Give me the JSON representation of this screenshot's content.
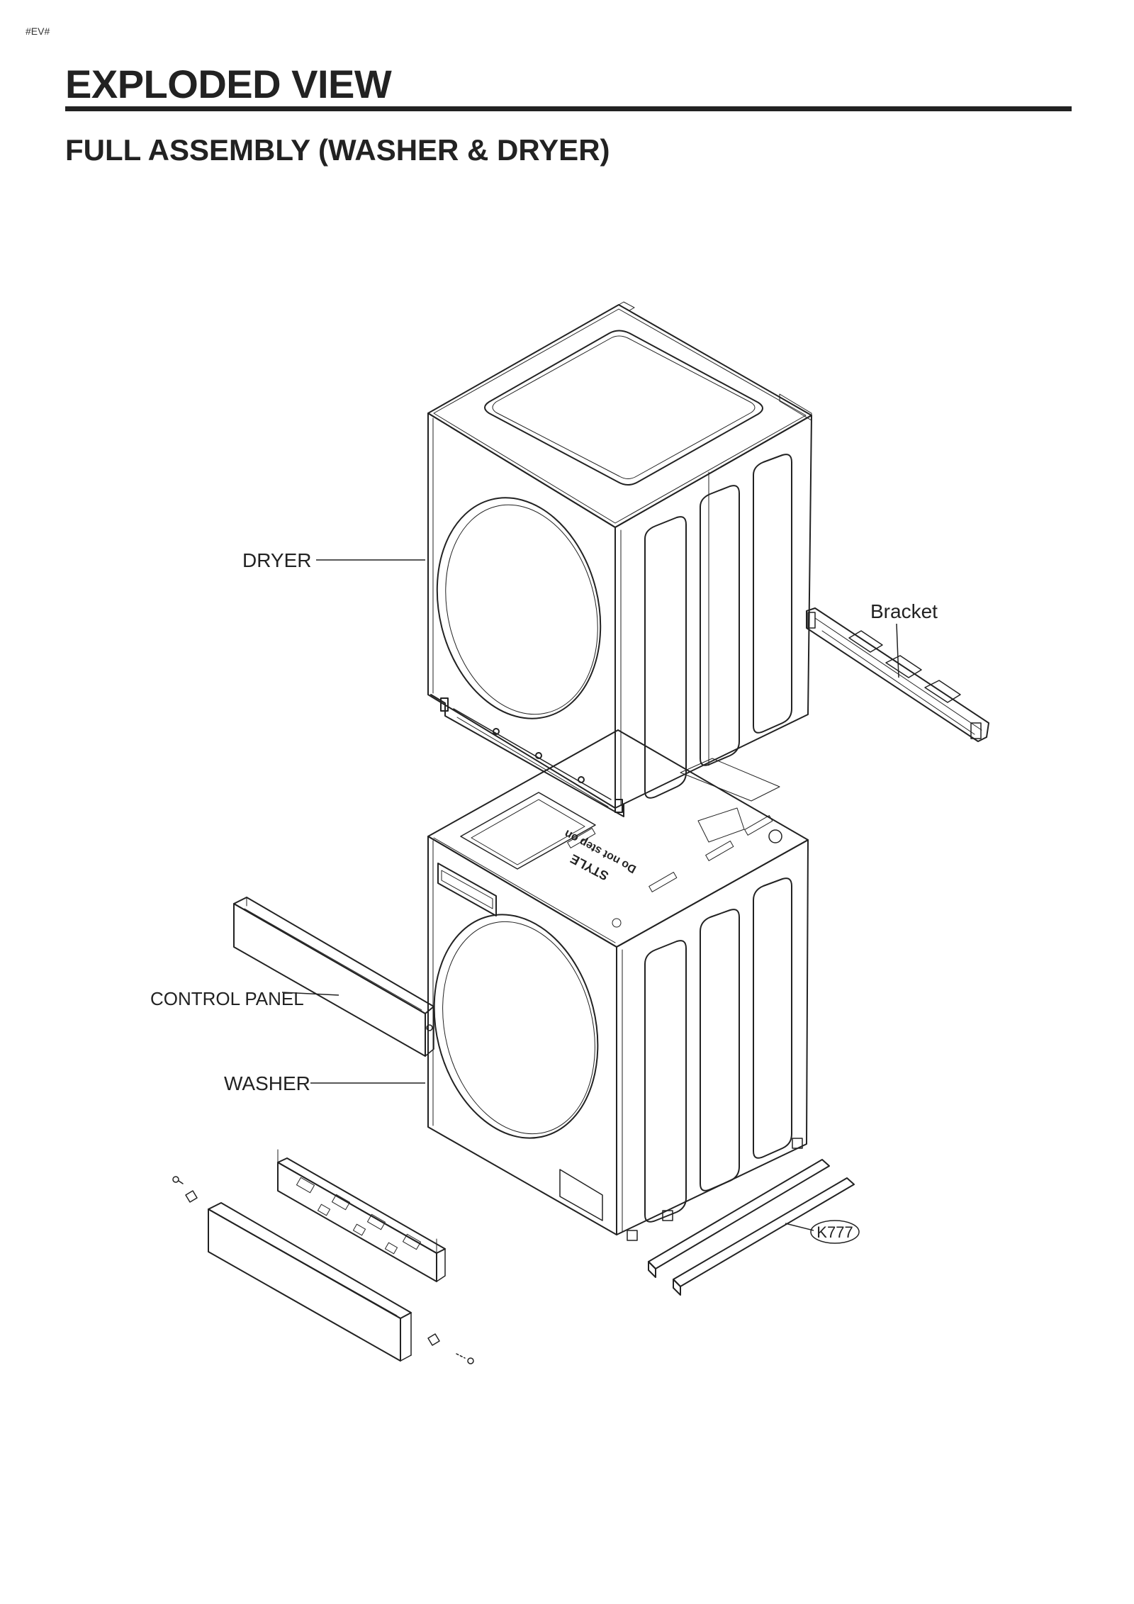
{
  "header": {
    "tag": "#EV#",
    "title": "EXPLODED VIEW",
    "section": "FULL ASSEMBLY (WASHER & DRYER)"
  },
  "labels": {
    "dryer": "DRYER",
    "bracket": "Bracket",
    "control_panel": "CONTROL PANEL",
    "washer": "WASHER",
    "kit_code": "K777"
  },
  "decals": {
    "line1": "STYLE",
    "line2": "Do not step on"
  },
  "colors": {
    "ink": "#222222",
    "paper": "#ffffff"
  }
}
